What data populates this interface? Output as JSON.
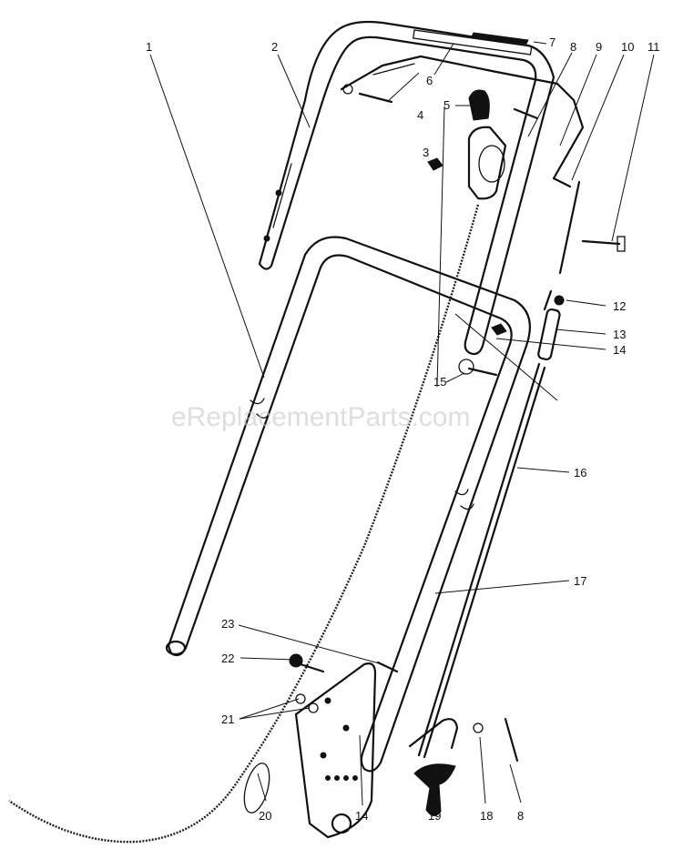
{
  "watermark": "eReplacementParts.com",
  "callouts": {
    "c1": "1",
    "c2": "2",
    "c3": "3",
    "c4": "4",
    "c5": "5",
    "c6": "6",
    "c7": "7",
    "c8a": "8",
    "c9": "9",
    "c10": "10",
    "c11": "11",
    "c12": "12",
    "c13": "13",
    "c14a": "14",
    "c15": "15",
    "c16": "16",
    "c17": "17",
    "c18": "18",
    "c19": "19",
    "c20": "20",
    "c21": "21",
    "c22": "22",
    "c23": "23",
    "c14b": "14",
    "c8b": "8"
  },
  "colors": {
    "line": "#111111",
    "watermark": "#c8c8c8"
  }
}
